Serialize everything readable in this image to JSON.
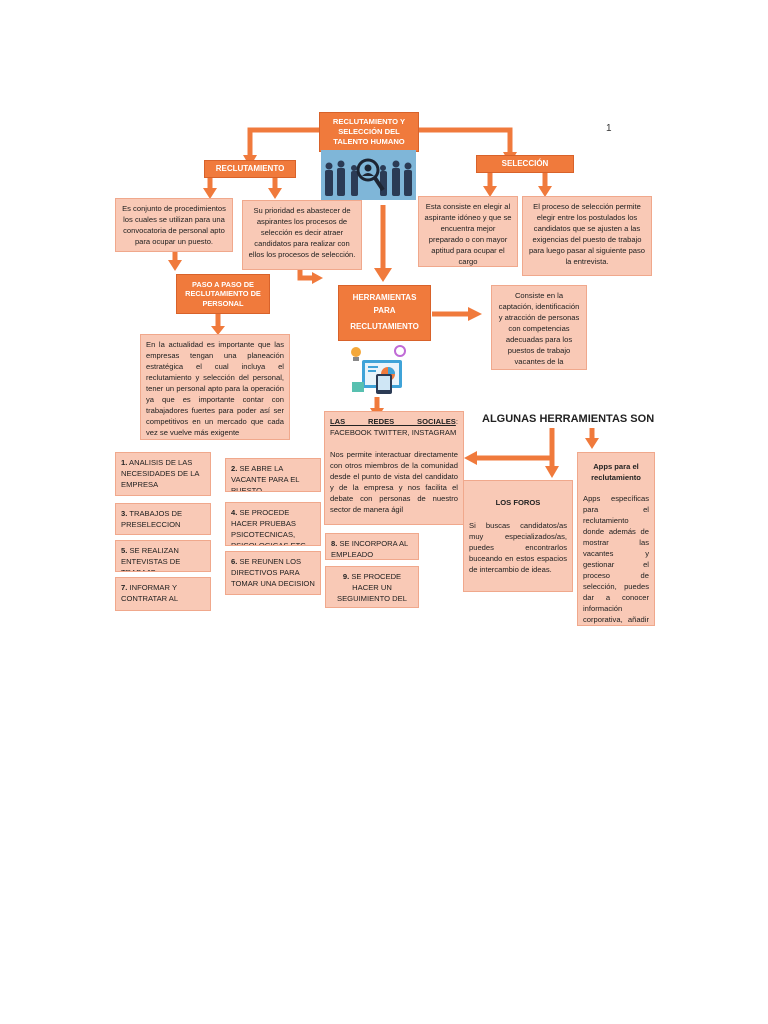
{
  "page_number": "1",
  "title": "RECLUTAMIENTO Y SELECCIÓN DEL TALENTO HUMANO",
  "reclutamiento": {
    "label": "RECLUTAMIENTO",
    "def1": "Es conjunto de procedimientos los cuales se utilizan para una convocatoria de personal apto para ocupar un puesto.",
    "def2": "Su prioridad es abastecer de aspirantes los procesos de selección es decir atraer candidatos para realizar con ellos los procesos de selección."
  },
  "seleccion": {
    "label": "SELECCIÓN",
    "def1": "Esta consiste en elegir al aspirante idóneo y que se encuentra mejor preparado o con mayor aptitud para ocupar el cargo",
    "def2": "El proceso de selección permite elegir entre los postulados los candidatos que se ajusten a las exigencias del puesto de trabajo para luego pasar al siguiente paso la entrevista."
  },
  "paso": {
    "label": "PASO A PASO DE RECLUTAMIENTO DE PERSONAL",
    "intro": "En la actualidad es importante que las empresas tengan una planeación estratégica el cual incluya el reclutamiento y selección del personal, tener un personal apto para la operación ya que es importante contar con trabajadores fuertes para poder así ser competitivos en un mercado que cada vez se vuelve más exigente",
    "steps": {
      "s1": {
        "num": "1.",
        "text": "ANALISIS DE LAS NECESIDADES DE LA EMPRESA"
      },
      "s2": {
        "num": "2.",
        "text": "SE ABRE LA VACANTE PARA EL PUESTO"
      },
      "s3": {
        "num": "3.",
        "text": "TRABAJOS DE PRESELECCION"
      },
      "s4": {
        "num": "4.",
        "text": "SE PROCEDE HACER PRUEBAS PSICOTECNICAS, PSICOLOGICAS ETC."
      },
      "s5": {
        "num": "5.",
        "text": "SE REALIZAN ENTEVISTAS DE TRABAJO"
      },
      "s6": {
        "num": "6.",
        "text": "SE REUNEN LOS DIRECTIVOS PARA TOMAR UNA DECISION"
      },
      "s7": {
        "num": "7.",
        "text": "INFORMAR Y CONTRATAR AL"
      },
      "s8": {
        "num": "8.",
        "text": "SE INCORPORA AL EMPLEADO"
      },
      "s9": {
        "num": "9.",
        "text": "SE PROCEDE HACER UN SEGUIMIENTO DEL TRABAJAODR"
      }
    }
  },
  "herramientas": {
    "label_line1": "HERRAMIENTAS",
    "label_line2": "PARA",
    "label_line3": "RECLUTAMIENTO",
    "desc": "Consiste en la captación, identificación y atracción de personas con competencias adecuadas para los puestos de trabajo vacantes de la",
    "algunas": "ALGUNAS HERRAMIENTAS SON",
    "redes_title": "LAS REDES SOCIALES",
    "redes_rest": ": FACEBOOK TWITTER, INSTAGRAM",
    "redes_desc": "Nos permite interactuar directamente con otros miembros de la comunidad desde el punto de vista del candidato y de la empresa y nos facilita el debate con personas de nuestro sector de manera ágil",
    "foros_title": "LOS FOROS",
    "foros_desc": "Si buscas candidatos/as muy especializados/as, puedes encontrarlos buceando en estos espacios de intercambio de ideas.",
    "apps_title": "Apps para el reclutamiento",
    "apps_desc": "Apps específicas para el reclutamiento donde además de mostrar las vacantes y gestionar el proceso de selección, puedes dar a conocer información corporativa, añadir más valor con"
  },
  "colors": {
    "accent": "#f07a3c",
    "box_fill": "#f9c9b6",
    "box_border": "#f0a88c"
  }
}
